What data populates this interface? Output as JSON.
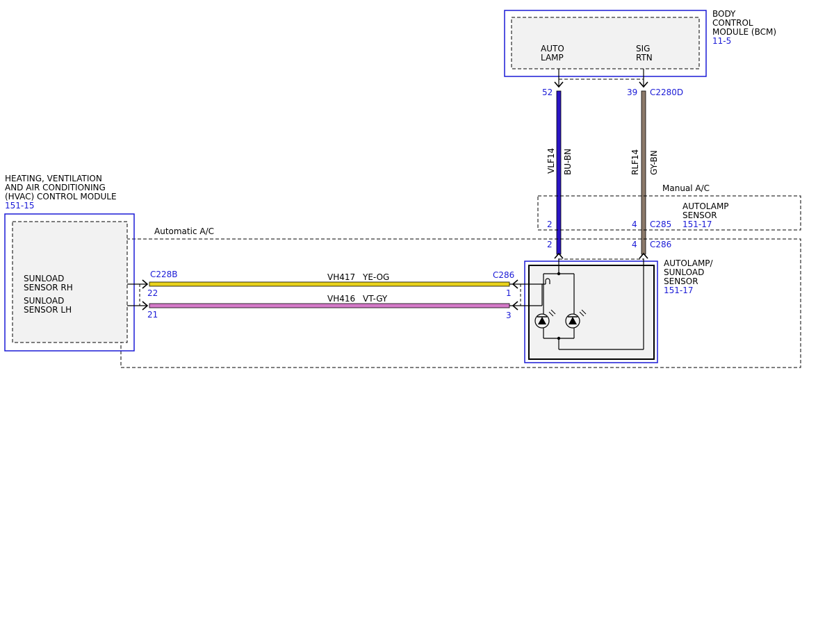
{
  "modules": {
    "bcm": {
      "name": [
        "BODY",
        "CONTROL",
        "MODULE (BCM)"
      ],
      "ref": "11-5",
      "pins": {
        "auto_lamp": [
          "AUTO",
          "LAMP"
        ],
        "sig_rtn": [
          "SIG",
          "RTN"
        ]
      }
    },
    "hvac": {
      "name": [
        "HEATING, VENTILATION",
        "AND AIR CONDITIONING",
        "(HVAC) CONTROL MODULE"
      ],
      "ref": "151-15",
      "pins": {
        "sunload_rh": [
          "SUNLOAD",
          "SENSOR RH"
        ],
        "sunload_lh": [
          "SUNLOAD",
          "SENSOR LH"
        ]
      }
    },
    "autolamp_sensor": {
      "name": [
        "AUTOLAMP",
        "SENSOR"
      ],
      "ref": "151-17"
    },
    "autolamp_sunload_sensor": {
      "name": [
        "AUTOLAMP/",
        "SUNLOAD",
        "SENSOR"
      ],
      "ref": "151-17"
    }
  },
  "regions": {
    "manual_ac": "Manual A/C",
    "automatic_ac": "Automatic A/C"
  },
  "connectors": {
    "c2280d": "C2280D",
    "c285": "C285",
    "c286": "C286",
    "c286b": "C286",
    "c228b": "C228B"
  },
  "wires": {
    "vlf14": {
      "circuit": "VLF14",
      "color_code": "BU-BN",
      "bcm_pin": "52",
      "c285_pin": "2",
      "c286_pin": "2",
      "color": "#2a14c4"
    },
    "rlf14": {
      "circuit": "RLF14",
      "color_code": "GY-BN",
      "bcm_pin": "39",
      "c285_pin": "4",
      "c286_pin": "4",
      "color": "#8c7a6a"
    },
    "vh417": {
      "circuit": "VH417",
      "color_code": "YE-OG",
      "hvac_pin": "22",
      "sensor_pin": "1",
      "color": "#e8d21c"
    },
    "vh416": {
      "circuit": "VH416",
      "color_code": "VT-GY",
      "hvac_pin": "21",
      "sensor_pin": "3",
      "color": "#d47ac8"
    }
  },
  "colors": {
    "module_border": "#1a1ad6",
    "pin_text": "#1a1ad6"
  }
}
